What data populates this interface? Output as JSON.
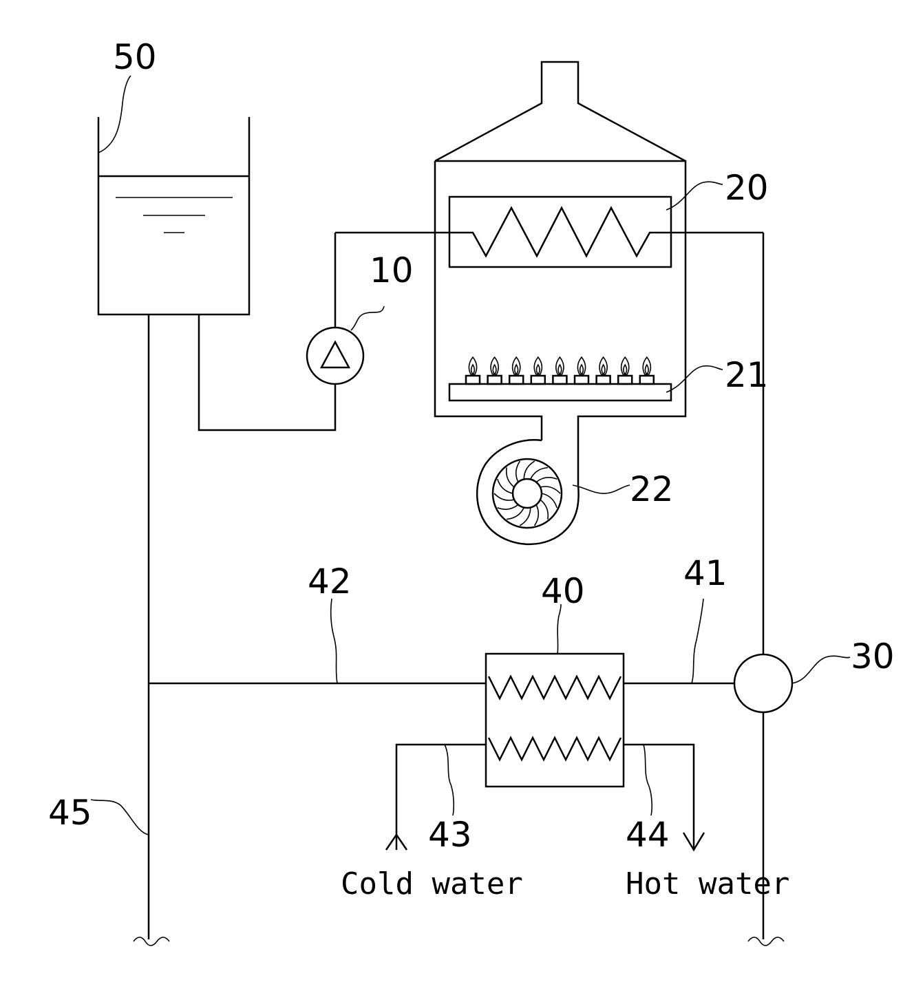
{
  "labels": {
    "tank": "50",
    "pump": "10",
    "heat_exchanger": "20",
    "burner": "21",
    "fan": "22",
    "valve": "30",
    "plate_exchanger": "40",
    "pipe_41": "41",
    "pipe_42": "42",
    "cold_pipe": "43",
    "hot_pipe": "44",
    "return_pipe": "45"
  },
  "captions": {
    "cold_water": "Cold water",
    "hot_water": "Hot water"
  }
}
